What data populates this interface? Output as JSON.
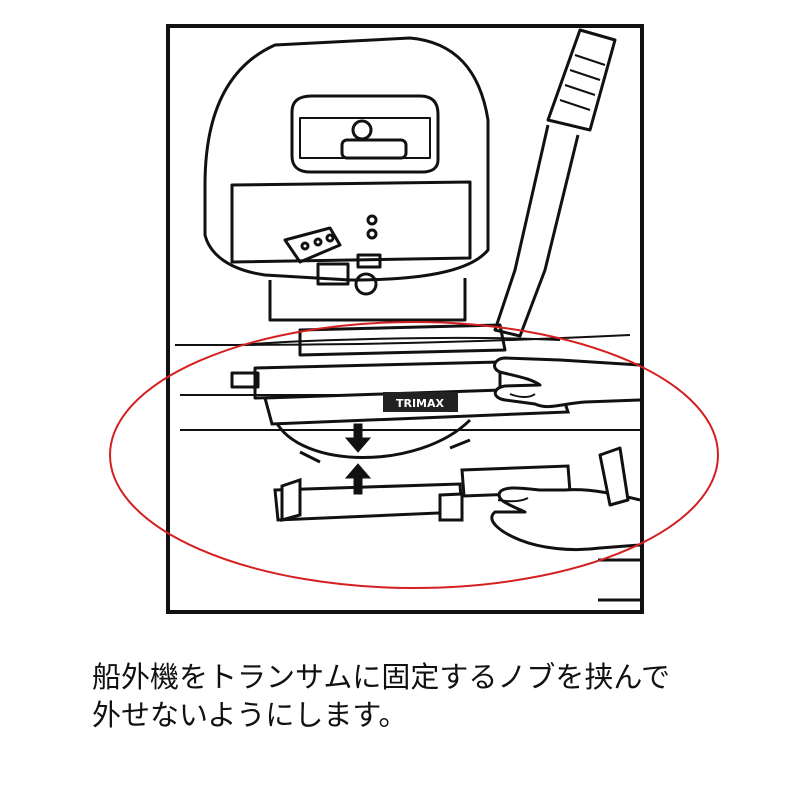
{
  "figure": {
    "brand_label": "TRIMAX",
    "highlight_color": "#d42020",
    "line_color": "#111111"
  },
  "caption": {
    "line1": "船外機をトランサムに固定するノブを挟んで",
    "line2": "外せないようにします。"
  }
}
